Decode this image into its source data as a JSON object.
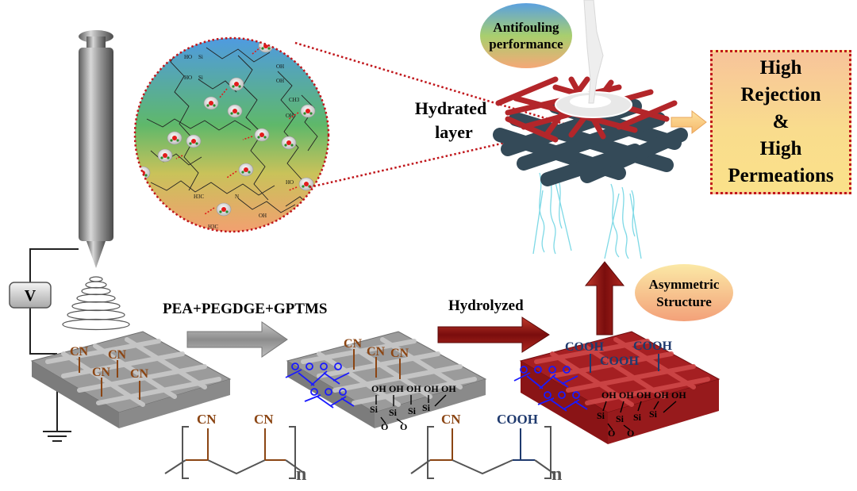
{
  "labels": {
    "result_line1": "High",
    "result_line2": "Rejection",
    "result_line3": "&",
    "result_line4": "High",
    "result_line5": "Permeations",
    "antifouling_line1": "Antifouling",
    "antifouling_line2": "performance",
    "hydrated_line1": "Hydrated",
    "hydrated_line2": "layer",
    "asymmetric_line1": "Asymmetric",
    "asymmetric_line2": "Structure",
    "step1": "PEA+PEGDGE+GPTMS",
    "step2": "Hydrolyzed",
    "voltage": "V",
    "cn": "CN",
    "cooh": "COOH",
    "oh": "OH",
    "si": "Si",
    "o": "O",
    "n": "n",
    "ho": "HO",
    "ch3": "CH3",
    "h3c": "H3C",
    "nitrogen": "N"
  },
  "colors": {
    "cn": "#8b4513",
    "cooh": "#1f3a6e",
    "crosslink": "#1a1aff",
    "arrow_gray": "#9a9a9a",
    "arrow_red": "#8b1010",
    "fiber_red": "#b3262a",
    "fiber_slate": "#344a58",
    "mat_gray": "#9b9b9b"
  }
}
